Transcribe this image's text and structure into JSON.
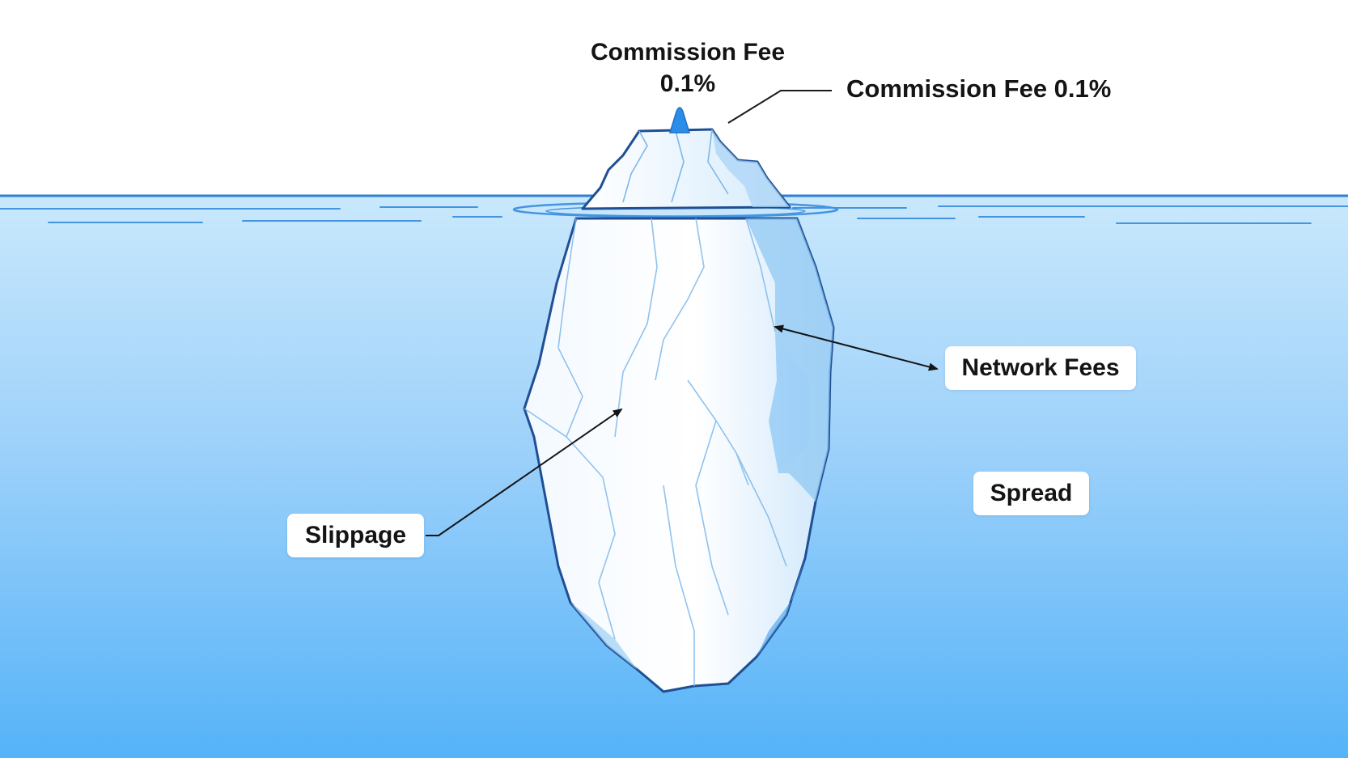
{
  "diagram": {
    "tip_label": {
      "name": "Commission Fee",
      "value": "0.1%"
    },
    "callout_label": "Commission Fee 0.1%",
    "hidden_costs": [
      {
        "id": "network",
        "label": "Network Fees"
      },
      {
        "id": "spread",
        "label": "Spread"
      },
      {
        "id": "slippage",
        "label": "Slippage"
      }
    ],
    "colors": {
      "water_top": "#c6e6fb",
      "water_bottom": "#5bb6f8",
      "ice_outline": "#1f4f94",
      "ice_shade": "#8fc8f3",
      "tip_accent": "#2a8ee8"
    }
  }
}
